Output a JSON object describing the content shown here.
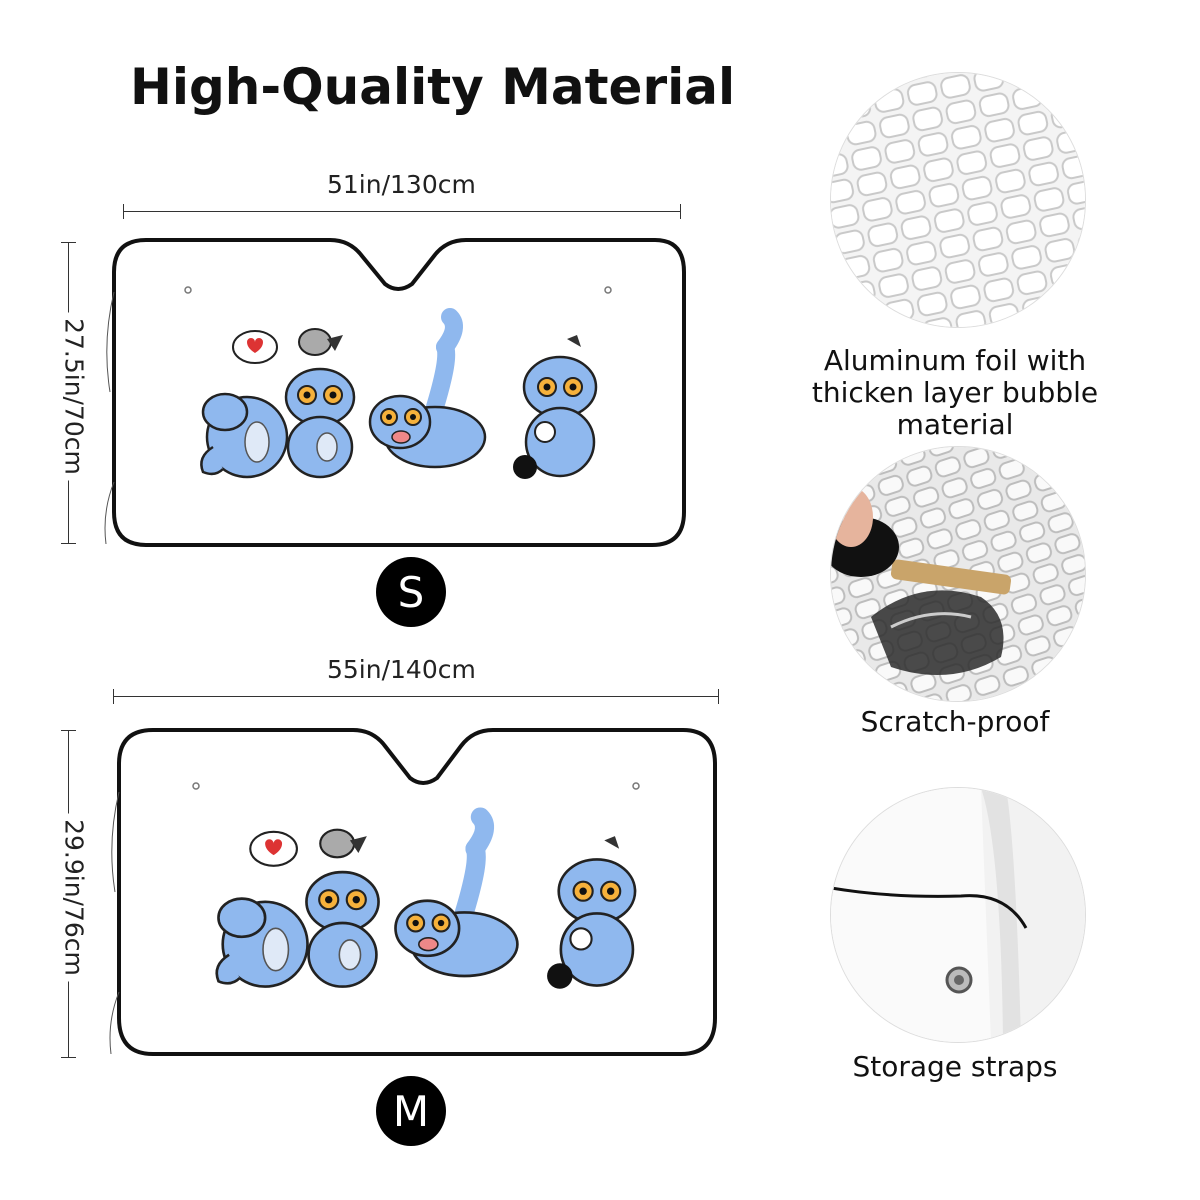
{
  "title": "High-Quality Material",
  "sizes": {
    "small": {
      "badge": "S",
      "width_label": "51in/130cm",
      "height_label": "27.5in/70cm"
    },
    "medium": {
      "badge": "M",
      "width_label": "55in/140cm",
      "height_label": "29.9in/76cm"
    }
  },
  "features": [
    {
      "caption": "Aluminum foil with thicken layer bubble material",
      "icon": "bubble-material-closeup"
    },
    {
      "caption": "Scratch-proof",
      "icon": "key-scratch-closeup"
    },
    {
      "caption": "Storage straps",
      "icon": "storage-strap-closeup"
    }
  ],
  "colors": {
    "cat_blue": "#8fb8ee",
    "outline": "#111111",
    "badge_bg": "#000000"
  }
}
